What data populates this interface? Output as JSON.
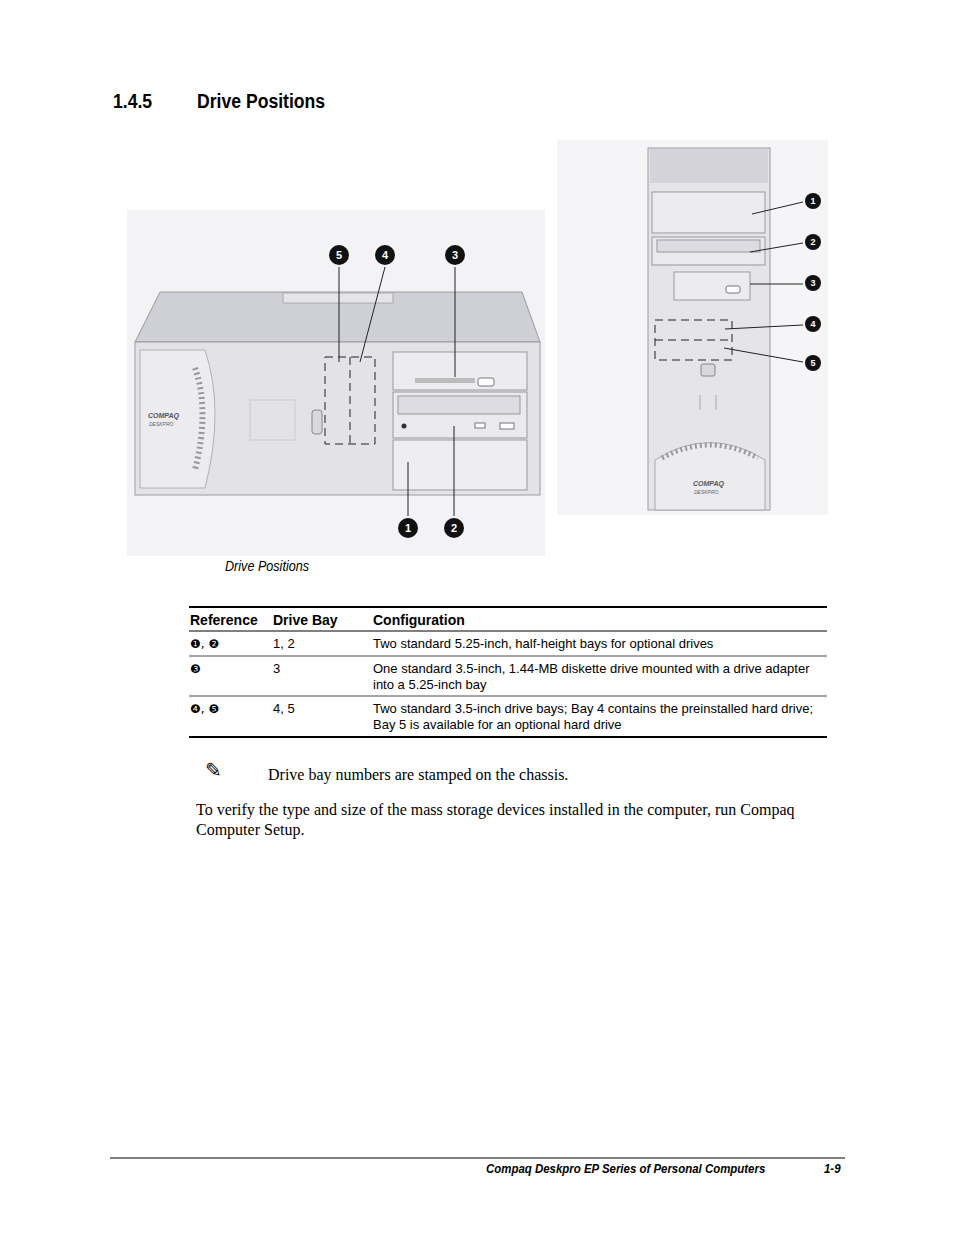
{
  "diagram": {
    "title": "Drive Positions",
    "caption": "Drive Positions",
    "labels": [
      "1.4.5",
      "5",
      "4",
      "3",
      "1",
      "2",
      "COMPAQ",
      "DESKPRO",
      "1",
      "2",
      "3",
      "4",
      "5",
      "COMPAQ",
      "DESKPRO",
      "Reference",
      "Drive Bay",
      "Configuration",
      "❶, ❷",
      "1, 2",
      "Two standard 5.25-inch, half-height bays for optional drives",
      "❸",
      "3",
      "One standard 3.5-inch, 1.44-MB diskette drive mounted with a drive adapter into a 5.25-inch bay",
      "❹, ❺",
      "4, 5",
      "Two standard 3.5-inch drive bays; Bay 4 contains the preinstalled hard drive; Bay 5 is available for an optional hard drive",
      "✎",
      "Drive bay numbers are stamped on the chassis.",
      "To verify the type and size of the mass storage devices installed in the computer, run Compaq Computer Setup.",
      "Compaq Deskpro EP Series of Personal Computers",
      "1-9"
    ]
  }
}
